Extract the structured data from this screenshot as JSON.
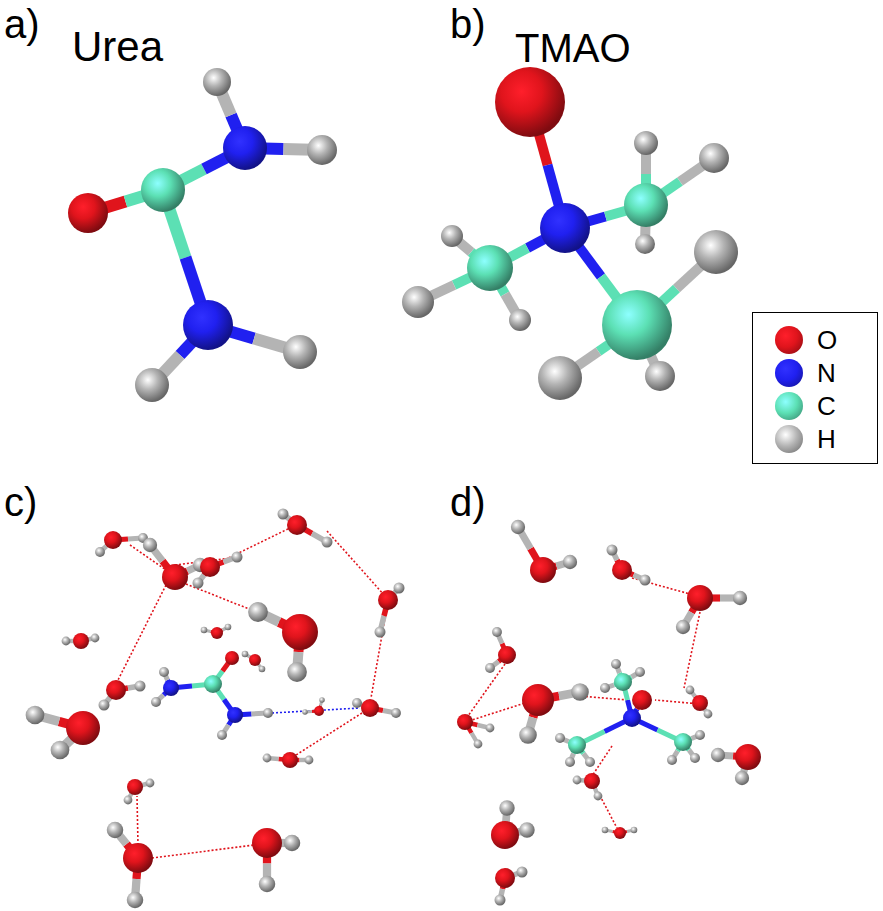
{
  "diagram": {
    "labels": [
      "a)",
      "Urea",
      "b)",
      "TMAO",
      "c)",
      "d)"
    ],
    "legend": [
      {
        "text": "O",
        "color": "#e0141c"
      },
      {
        "text": "N",
        "color": "#2020f0"
      },
      {
        "text": "C",
        "color": "#5ce0b4"
      },
      {
        "text": "H",
        "color": "#b4b4b4"
      }
    ]
  }
}
